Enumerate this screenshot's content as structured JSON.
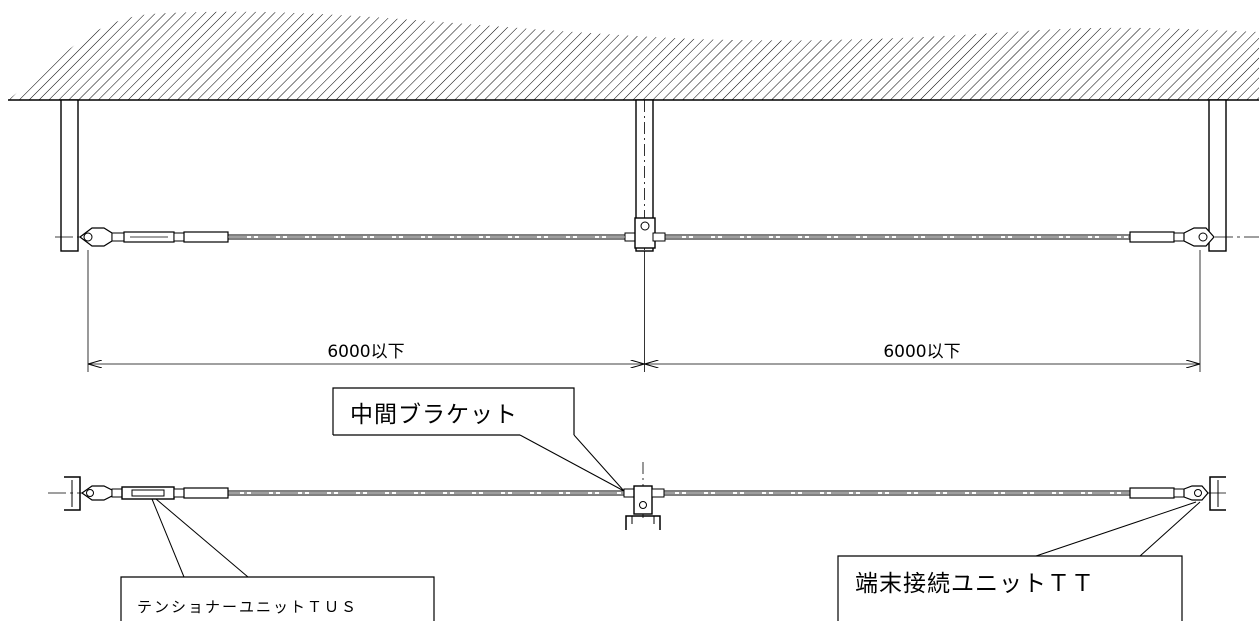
{
  "dimensions": {
    "left_span": "6000以下",
    "right_span": "6000以下"
  },
  "callouts": {
    "middle_bracket": "中間ブラケット",
    "tensioner_unit": "テンショナーユニットＴＵＳ",
    "terminal_unit": "端末接続ユニットＴＴ"
  }
}
